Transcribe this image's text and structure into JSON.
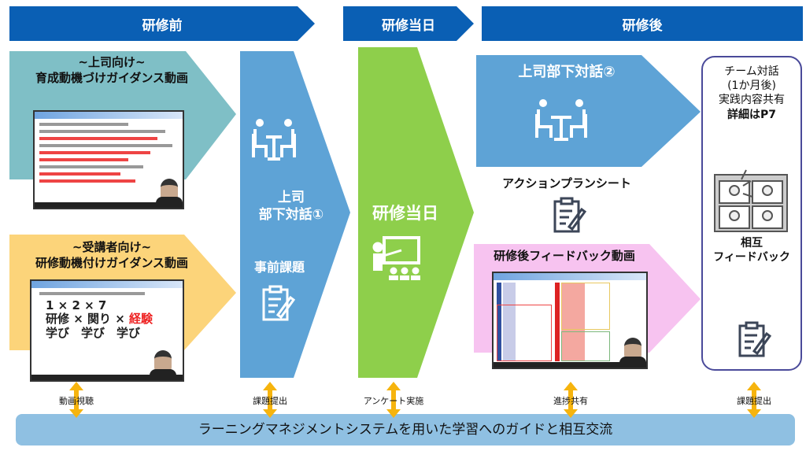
{
  "headers": {
    "before": "研修前",
    "day": "研修当日",
    "after": "研修後"
  },
  "before": {
    "boss_video": {
      "title_line1": "~上司向け~",
      "title_line2": "育成動機づけガイダンス動画"
    },
    "learner_video": {
      "title_line1": "~受講者向け~",
      "title_line2": "研修動機付けガイダンス動画",
      "slide_row1": "1 × 2 × 7",
      "slide_row2_a": "研修 × 関り × ",
      "slide_row2_b": "経験",
      "slide_row3": "学び　学び　学び"
    },
    "dialogue1_line1": "上司",
    "dialogue1_line2": "部下対話①",
    "pre_task": "事前課題"
  },
  "day": {
    "label": "研修当日"
  },
  "after": {
    "dialogue2": "上司部下対話②",
    "action_plan": "アクションプランシート",
    "feedback_video": "研修後フィードバック動画",
    "team": {
      "line1": "チーム対話",
      "line2": "(1か月後)",
      "line3": "実践内容共有",
      "line4": "詳細はP7",
      "mutual1": "相互",
      "mutual2": "フィードバック"
    }
  },
  "bottom": {
    "labels": [
      "動画視聴",
      "課題提出",
      "アンケート実施",
      "進捗共有",
      "課題提出"
    ],
    "bar_text": "ラーニングマネジメントシステムを用いた学習へのガイドと相互交流"
  },
  "colors": {
    "header": "#0a5fb4",
    "teal": "#7fbfc6",
    "yellow": "#fcd47a",
    "blue": "#5ea3d6",
    "green": "#8ecf4b",
    "pink": "#f7c3f0",
    "panel_border": "#4a4a9a",
    "bar": "#8fc0e2",
    "arrow": "#f6b40e"
  }
}
